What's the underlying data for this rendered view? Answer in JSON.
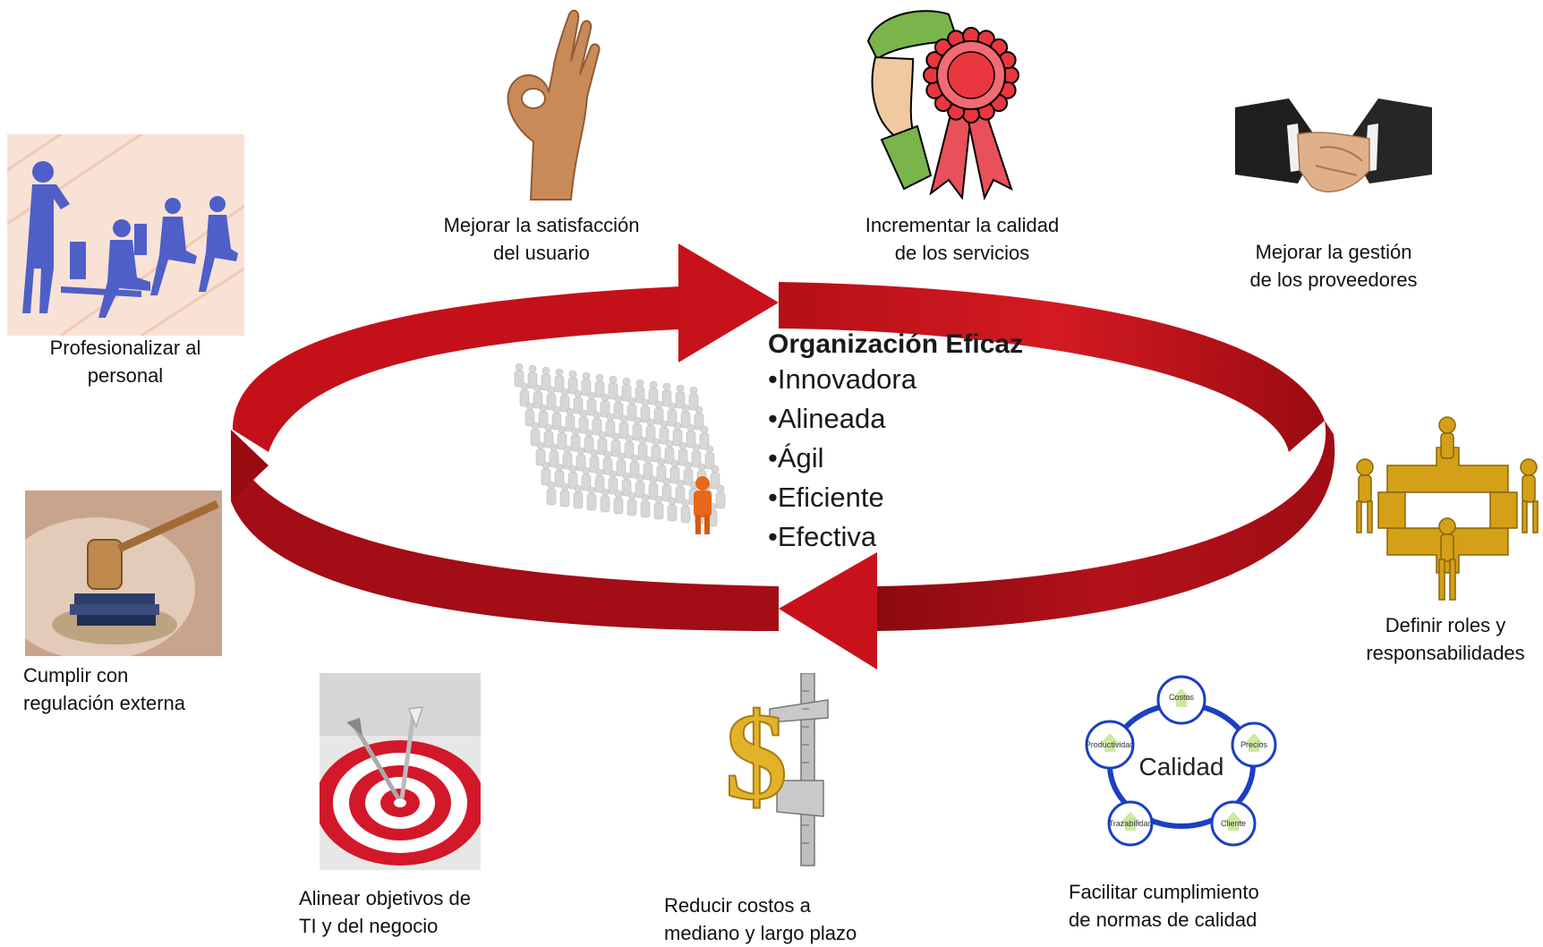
{
  "center": {
    "title": "Organización Eficaz",
    "items": [
      "•Innovadora",
      "•Alineada",
      "•Ágil",
      "•Eficiente",
      "•Efectiva"
    ]
  },
  "labels": {
    "profesionalizar": [
      "Profesionalizar al",
      "personal"
    ],
    "satisfaccion": [
      "Mejorar la satisfacción",
      "del usuario"
    ],
    "calidad_servicios": [
      "Incrementar la calidad",
      "de los servicios"
    ],
    "proveedores": [
      "Mejorar la gestión",
      "de los proveedores"
    ],
    "roles": [
      "Definir roles y",
      "responsabilidades"
    ],
    "normas": [
      "Facilitar cumplimiento",
      "de normas de calidad"
    ],
    "costos": [
      "Reducir costos a",
      "mediano y largo plazo"
    ],
    "alinear": [
      "Alinear objetivos de",
      "TI y del negocio"
    ],
    "regulacion": [
      "Cumplir con",
      "regulación externa"
    ]
  },
  "calidad_graphic": {
    "center_label": "Calidad",
    "nodes": [
      "Costos",
      "Precios",
      "Cliente",
      "Trazabilidad",
      "Productividad"
    ]
  },
  "colors": {
    "arrow_red": "#c8121b",
    "arrow_dark": "#8c0a10",
    "person_blue": "#5566cc",
    "gold": "#d4a017",
    "highlight_orange": "#e8671a"
  },
  "icons": [
    "office-workers-icon",
    "ok-hand-icon",
    "award-ribbon-icon",
    "handshake-icon",
    "gold-puzzle-people-icon",
    "quality-cycle-icon",
    "dollar-caliper-icon",
    "target-darts-icon",
    "gavel-books-icon",
    "crowd-leader-icon"
  ]
}
